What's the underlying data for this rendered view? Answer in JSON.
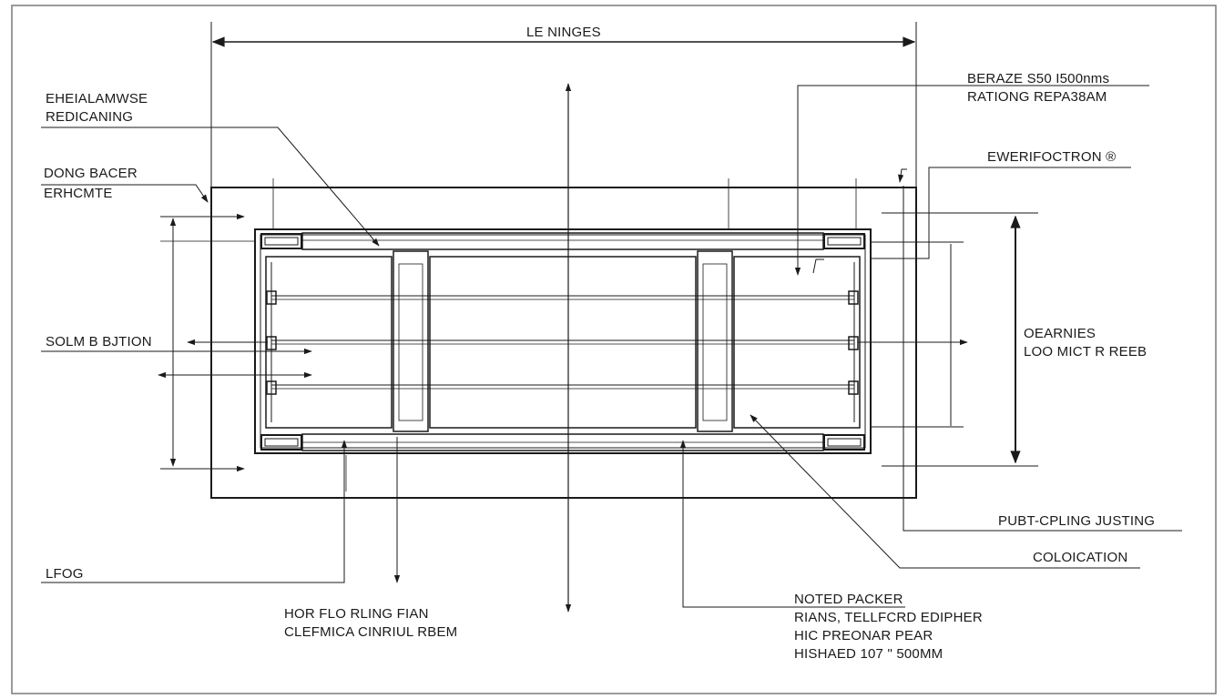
{
  "colors": {
    "ink": "#1a1a1a",
    "paper": "#ffffff",
    "frame": "#7a7a7a"
  },
  "labels": {
    "top_dimension": "LE NINGES",
    "top_left_1": "EHEIALAMWSE",
    "top_left_2": "REDICANING",
    "left_upper_1": "DONG BACER",
    "left_upper_2": "ERHCMTE",
    "left_middle": "SOLM B BJTION",
    "bottom_left": "LFOG",
    "bottom_center_1": "HOR FLO RLING FIAN",
    "bottom_center_2": "CLEFMICA CINRIUL RBEM",
    "top_right_1": "BERAZE S50 I500nms",
    "top_right_2": "RATIONG REPA38AM",
    "right_upper": "EWERIFOCTRON ®",
    "right_middle_1": "OEARNIES",
    "right_middle_2": "LOO MICT R REEB",
    "right_lower_1": "PUBT-CPLING JUSTING",
    "right_lower_2": "COLOICATION",
    "bottom_right_1": "NOTED PACKER",
    "bottom_right_2": "RIANS, TELLFCRD EDIPHER",
    "bottom_right_3": "HIC PREONAR PEAR",
    "bottom_right_4": "HISHAED 107 \" 500MM"
  }
}
